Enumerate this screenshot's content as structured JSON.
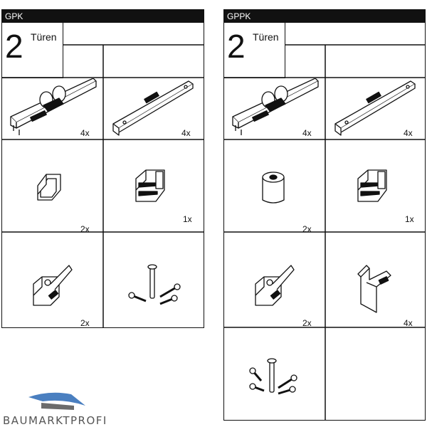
{
  "panels": [
    {
      "code": "GPK",
      "door_count": "2",
      "door_label": "Türen",
      "parts": [
        {
          "name": "roller-with-track",
          "quantity": "4x"
        },
        {
          "name": "track-rail",
          "quantity": "4x"
        },
        {
          "name": "u-clip",
          "quantity": "2x"
        },
        {
          "name": "end-stop-block",
          "quantity": "1x"
        },
        {
          "name": "clamp-bracket",
          "quantity": "2x"
        },
        {
          "name": "screws",
          "quantity": ""
        }
      ]
    },
    {
      "code": "GPPK",
      "door_count": "2",
      "door_label": "Türen",
      "parts": [
        {
          "name": "roller-with-track",
          "quantity": "4x"
        },
        {
          "name": "track-rail",
          "quantity": "4x"
        },
        {
          "name": "sleeve-nut",
          "quantity": "2x"
        },
        {
          "name": "end-stop-block",
          "quantity": "1x"
        },
        {
          "name": "clamp-bracket",
          "quantity": "2x"
        },
        {
          "name": "hook-bracket",
          "quantity": "4x"
        },
        {
          "name": "screws",
          "quantity": ""
        }
      ]
    }
  ],
  "logo": {
    "text": "BAUMARKTPROFI",
    "colors": {
      "blue": "#4a7fc0",
      "gray": "#6b6b6b"
    }
  }
}
